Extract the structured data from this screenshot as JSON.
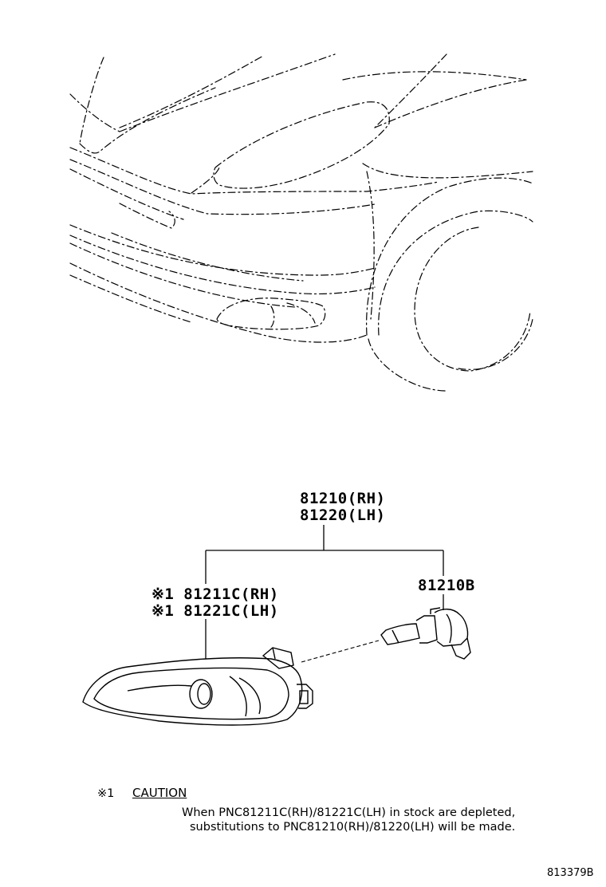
{
  "parts": {
    "assembly_rh": "81210(RH)",
    "assembly_lh": "81220(LH)",
    "lens_rh": "※1 81211C(RH)",
    "lens_lh": "※1 81221C(LH)",
    "bulb": "81210B"
  },
  "caution": {
    "mark": "※1",
    "title": "CAUTION",
    "line1": "When PNC81211C(RH)/81221C(LH) in stock are depleted,",
    "line2": "substitutions to PNC81210(RH)/81220(LH) will be made."
  },
  "figure_id": "813379B"
}
